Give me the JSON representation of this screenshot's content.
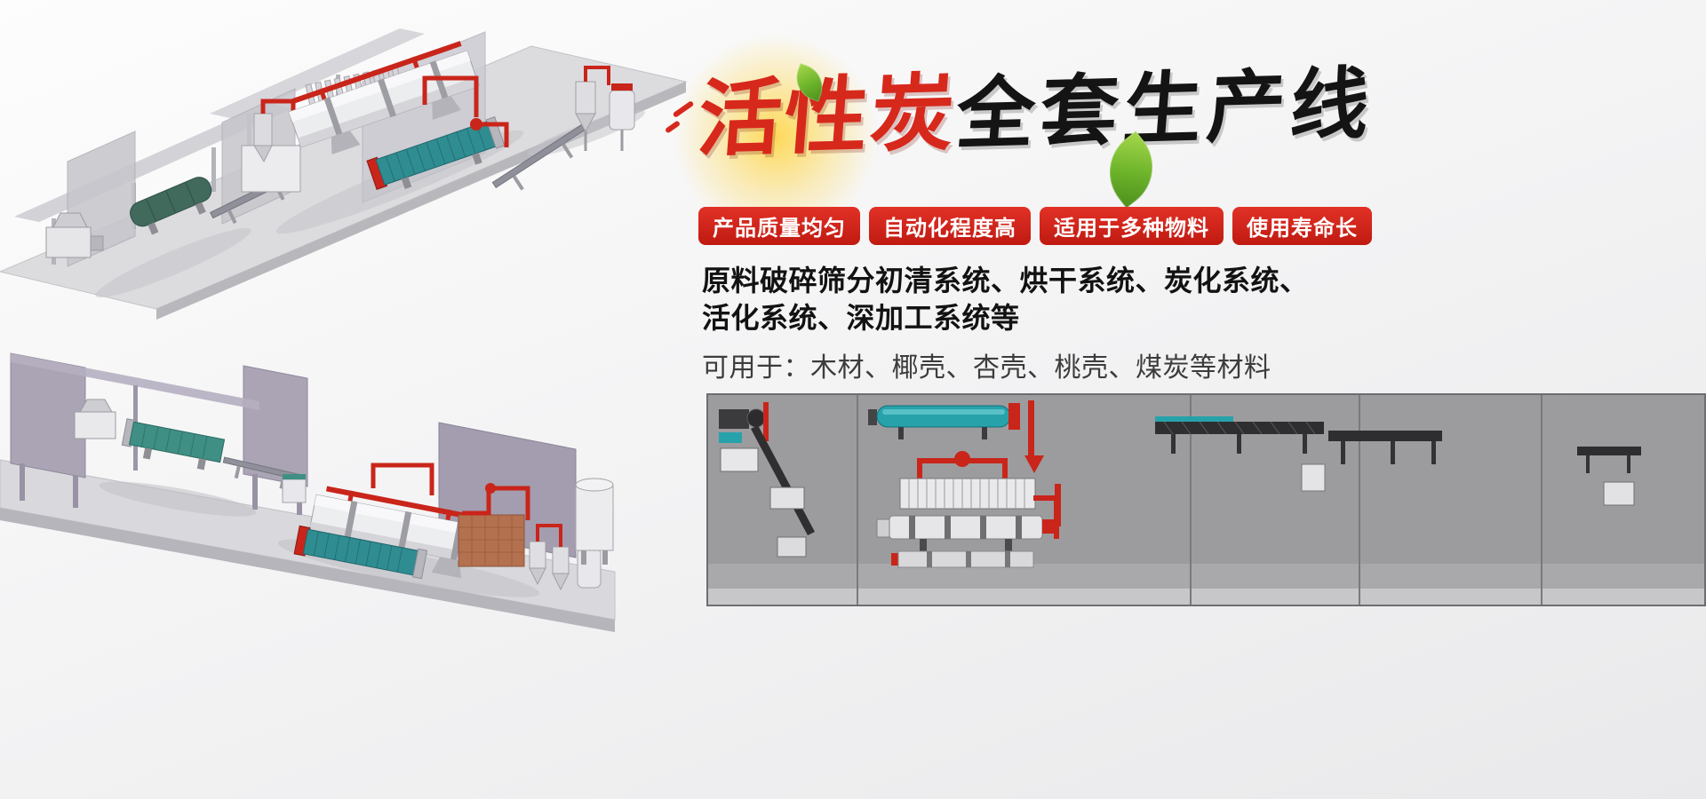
{
  "hero": {
    "title_red": "活性炭",
    "title_black": "全套生产线"
  },
  "badges": {
    "items": [
      {
        "label": "产品质量均匀"
      },
      {
        "label": "自动化程度高"
      },
      {
        "label": "适用于多种物料"
      },
      {
        "label": "使用寿命长"
      }
    ]
  },
  "description": {
    "bold_line1": "原料破碎筛分初清系统、烘干系统、炭化系统、",
    "bold_line2": "活化系统、深加工系统等",
    "normal_line": "可用于：木材、椰壳、杏壳、桃壳、煤炭等材料"
  },
  "icons": {
    "leaf_small": "leaf-icon",
    "leaf_big": "leaf-icon",
    "glow": "yellow-glow-burst"
  },
  "colors": {
    "accent_red": "#d7281c",
    "title_black": "#141414",
    "badge_text": "#ffffff",
    "glow_yellow": "#ffd43e",
    "leaf_green": "#6cb32a",
    "pipe_red": "#c9251a",
    "teal_machine": "#2f8d92",
    "schematic_panel_gray": "#9c9c9e"
  }
}
